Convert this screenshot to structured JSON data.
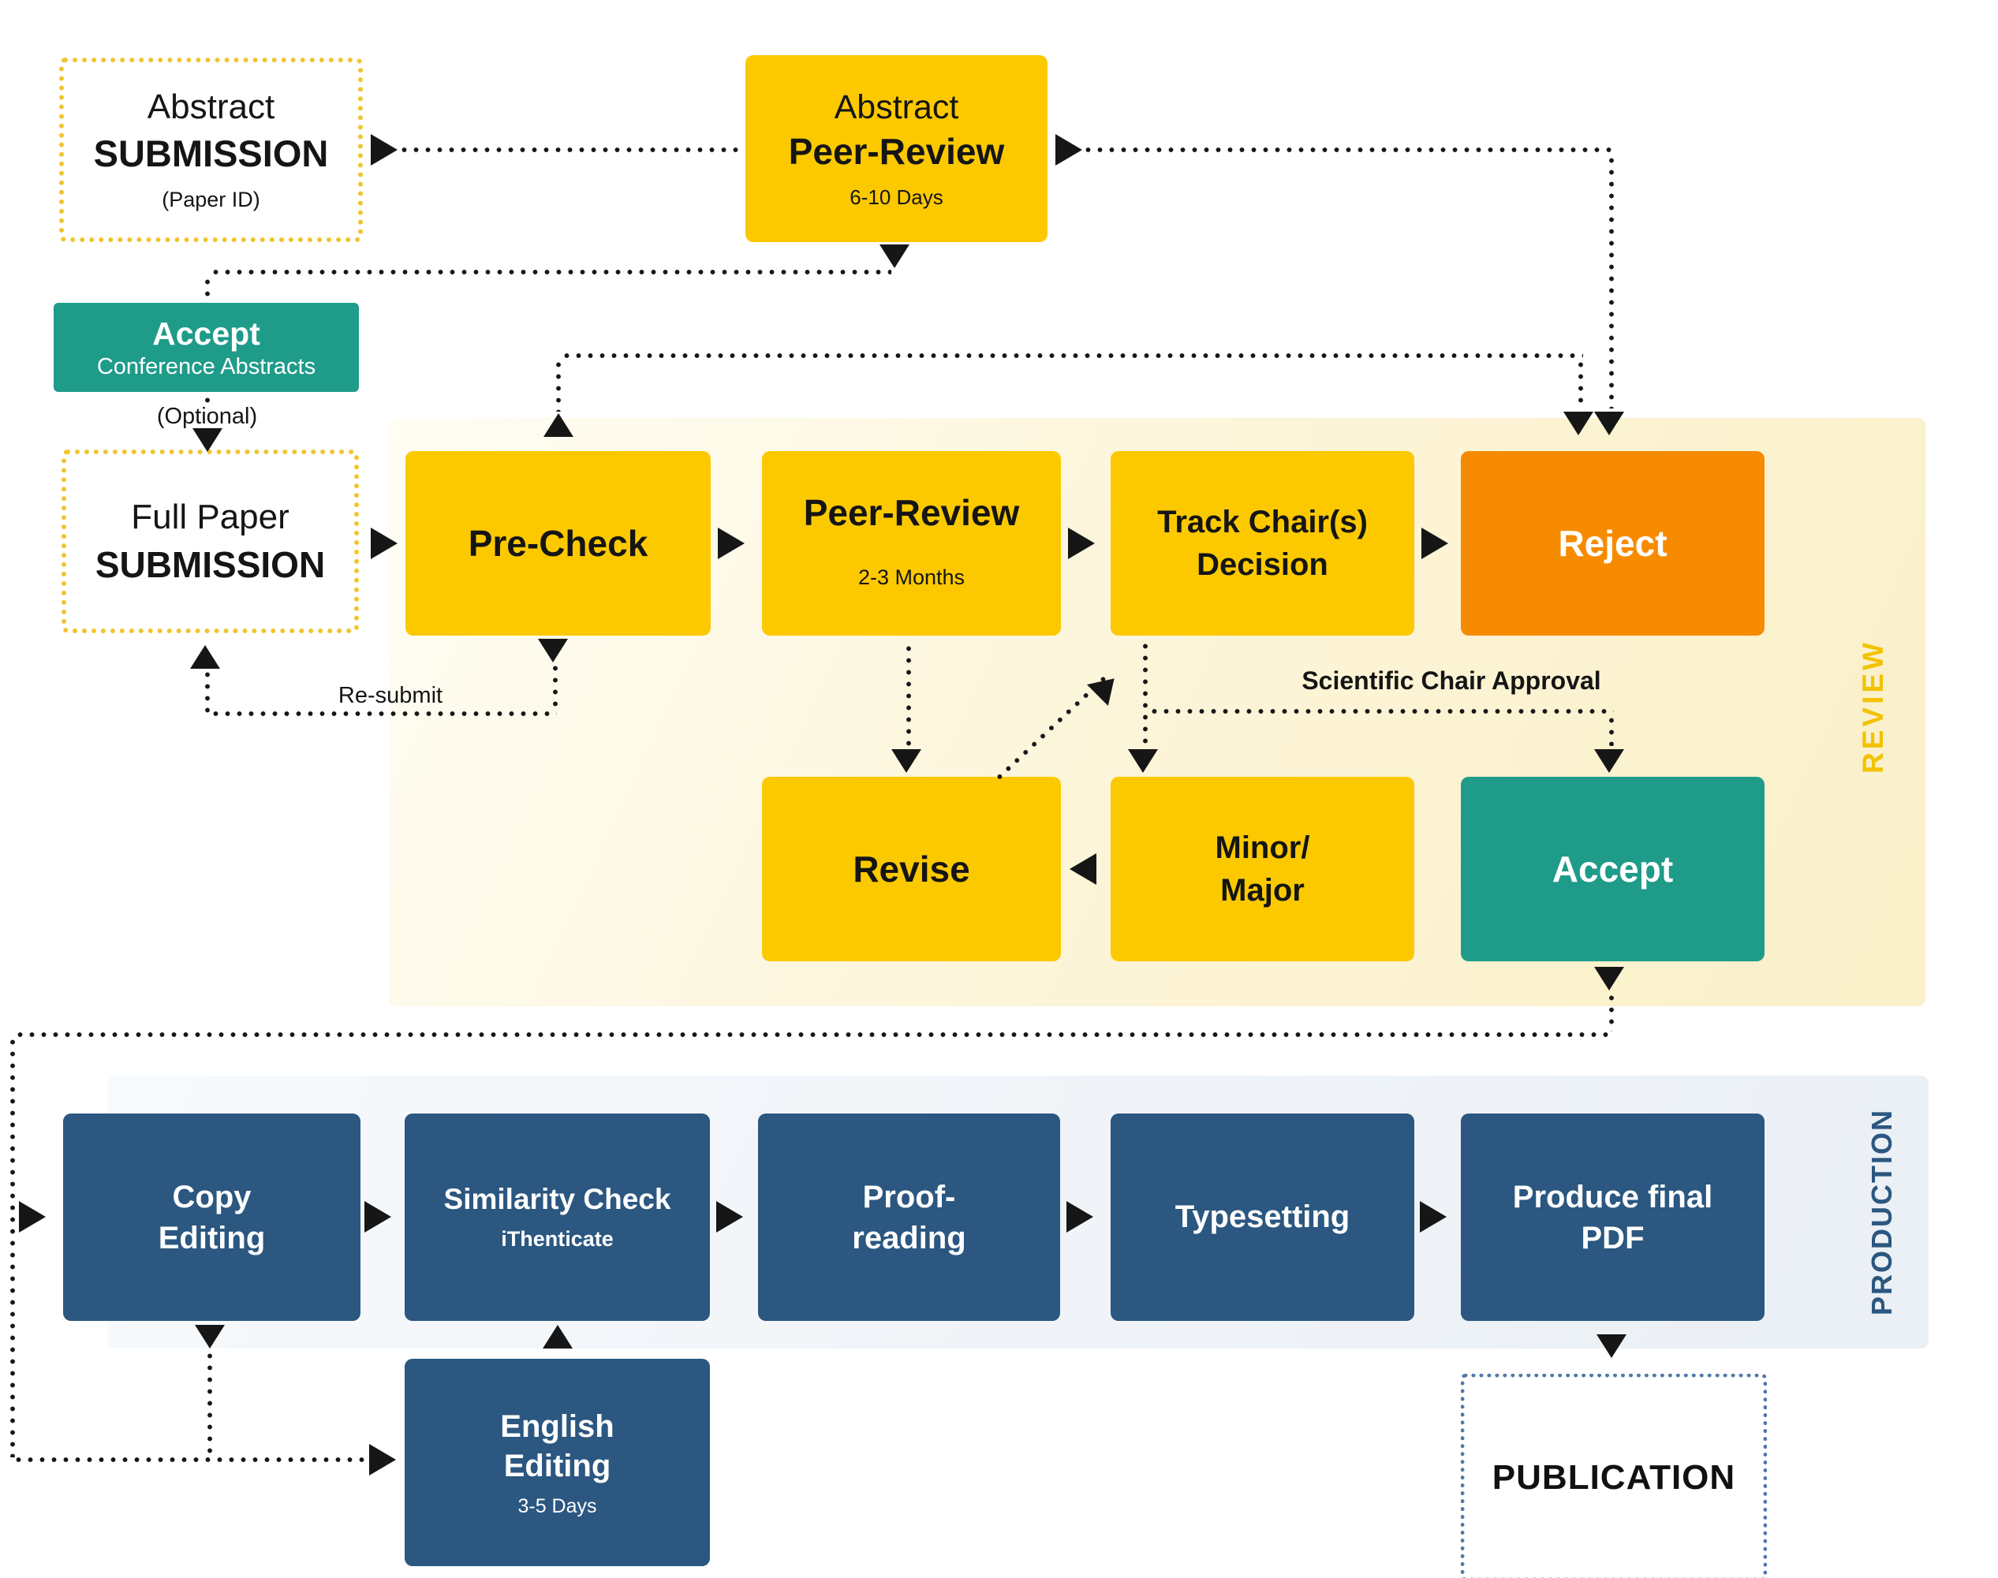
{
  "colors": {
    "yellow": "#FCC900",
    "orange": "#F68B00",
    "teal": "#1F9B8A",
    "dark_blue": "#2B5780",
    "gold_dotted_border": "#F1C42E",
    "publication_dotted_border": "#5377A9",
    "review_label": "#F3C200",
    "production_label": "#2B5780",
    "connector": "#161616"
  },
  "nodes": {
    "abstract_submission": {
      "line1": "Abstract",
      "line2": "SUBMISSION",
      "note": "(Paper ID)"
    },
    "abstract_peer_review": {
      "line1": "Abstract",
      "line2": "Peer-Review",
      "note": "6-10 Days"
    },
    "accept_abstracts": {
      "title": "Accept",
      "subtitle": "Conference Abstracts"
    },
    "full_paper_submission": {
      "line1": "Full Paper",
      "line2": "SUBMISSION"
    },
    "pre_check": {
      "title": "Pre-Check"
    },
    "peer_review": {
      "title": "Peer-Review",
      "note": "2-3 Months"
    },
    "track_chair_decision": {
      "line1": "Track Chair(s)",
      "line2": "Decision"
    },
    "reject": {
      "title": "Reject"
    },
    "revise": {
      "title": "Revise"
    },
    "minor_major": {
      "line1": "Minor/",
      "line2": "Major"
    },
    "accept_review": {
      "title": "Accept"
    },
    "copy_editing": {
      "line1": "Copy",
      "line2": "Editing"
    },
    "similarity_check": {
      "title": "Similarity Check",
      "note": "iThenticate"
    },
    "proof_reading": {
      "line1": "Proof-",
      "line2": "reading"
    },
    "typesetting": {
      "title": "Typesetting"
    },
    "produce_final_pdf": {
      "line1": "Produce final",
      "line2": "PDF"
    },
    "english_editing": {
      "line1": "English",
      "line2": "Editing",
      "note": "3-5 Days"
    },
    "publication": {
      "title": "PUBLICATION"
    }
  },
  "labels": {
    "optional": "(Optional)",
    "resubmit": "Re-submit",
    "scientific_chair_approval": "Scientific Chair Approval",
    "review_section": "REVIEW",
    "production_section": "PRODUCTION"
  }
}
